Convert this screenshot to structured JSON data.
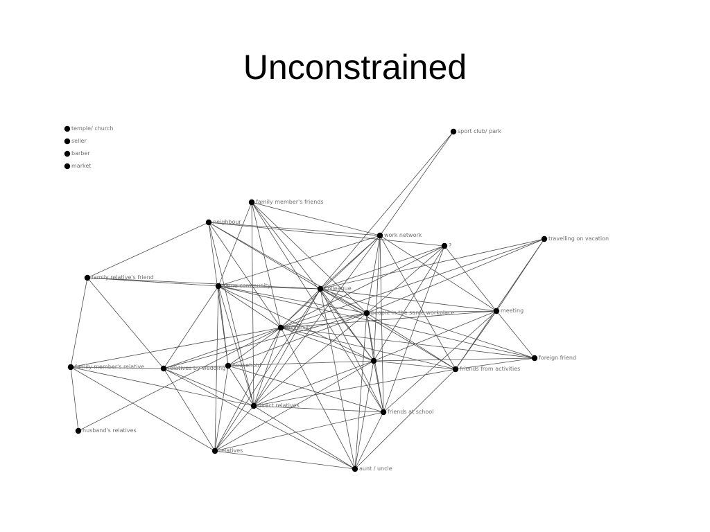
{
  "slide": {
    "title": "Unconstrained"
  },
  "graph": {
    "isolated_nodes": [
      {
        "id": "temple",
        "label": "temple/ church"
      },
      {
        "id": "seller",
        "label": "seller"
      },
      {
        "id": "barber",
        "label": "barber"
      },
      {
        "id": "market",
        "label": "market"
      }
    ],
    "nodes": [
      {
        "id": "sport",
        "label": "sport club/ park"
      },
      {
        "id": "fmf",
        "label": "family member's friends"
      },
      {
        "id": "neighbour",
        "label": "neighbour"
      },
      {
        "id": "work",
        "label": "work network"
      },
      {
        "id": "q",
        "label": "?"
      },
      {
        "id": "vacation",
        "label": "travelling on vacation"
      },
      {
        "id": "frf",
        "label": "family relative's friend"
      },
      {
        "id": "samecomm",
        "label": "same community"
      },
      {
        "id": "colleague",
        "label": "colleague"
      },
      {
        "id": "samework",
        "label": "people in the same workplace"
      },
      {
        "id": "meeting",
        "label": "meeting"
      },
      {
        "id": "university",
        "label": "university"
      },
      {
        "id": "foreign",
        "label": "foreign friend"
      },
      {
        "id": "fmr",
        "label": "family member's relative"
      },
      {
        "id": "wedding",
        "label": "relatives by wedding"
      },
      {
        "id": "household",
        "label": "household"
      },
      {
        "id": "unlabeled",
        "label": ""
      },
      {
        "id": "activities",
        "label": "friends from activities"
      },
      {
        "id": "direct",
        "label": "direct relatives"
      },
      {
        "id": "school",
        "label": "friends at school"
      },
      {
        "id": "husband",
        "label": "husband's relatives"
      },
      {
        "id": "relatives",
        "label": "relatives"
      },
      {
        "id": "aunt",
        "label": "aunt / uncle"
      }
    ],
    "edges": [
      [
        "sport",
        "work"
      ],
      [
        "sport",
        "colleague"
      ],
      [
        "fmf",
        "work"
      ],
      [
        "fmf",
        "samecomm"
      ],
      [
        "fmf",
        "samework"
      ],
      [
        "fmf",
        "university"
      ],
      [
        "fmf",
        "unlabeled"
      ],
      [
        "fmf",
        "school"
      ],
      [
        "fmf",
        "direct"
      ],
      [
        "neighbour",
        "frf"
      ],
      [
        "neighbour",
        "work"
      ],
      [
        "neighbour",
        "q"
      ],
      [
        "neighbour",
        "colleague"
      ],
      [
        "neighbour",
        "university"
      ],
      [
        "neighbour",
        "samework"
      ],
      [
        "neighbour",
        "household"
      ],
      [
        "neighbour",
        "direct"
      ],
      [
        "work",
        "samecomm"
      ],
      [
        "work",
        "colleague"
      ],
      [
        "work",
        "samework"
      ],
      [
        "work",
        "university"
      ],
      [
        "work",
        "meeting"
      ],
      [
        "work",
        "activities"
      ],
      [
        "work",
        "unlabeled"
      ],
      [
        "work",
        "school"
      ],
      [
        "work",
        "direct"
      ],
      [
        "q",
        "colleague"
      ],
      [
        "q",
        "samework"
      ],
      [
        "q",
        "university"
      ],
      [
        "q",
        "meeting"
      ],
      [
        "q",
        "unlabeled"
      ],
      [
        "q",
        "school"
      ],
      [
        "vacation",
        "colleague"
      ],
      [
        "vacation",
        "university"
      ],
      [
        "vacation",
        "samework"
      ],
      [
        "vacation",
        "meeting"
      ],
      [
        "vacation",
        "activities"
      ],
      [
        "frf",
        "samecomm"
      ],
      [
        "frf",
        "colleague"
      ],
      [
        "frf",
        "wedding"
      ],
      [
        "frf",
        "fmr"
      ],
      [
        "samecomm",
        "colleague"
      ],
      [
        "samecomm",
        "samework"
      ],
      [
        "samecomm",
        "university"
      ],
      [
        "samecomm",
        "wedding"
      ],
      [
        "samecomm",
        "household"
      ],
      [
        "samecomm",
        "direct"
      ],
      [
        "samecomm",
        "relatives"
      ],
      [
        "samecomm",
        "unlabeled"
      ],
      [
        "samecomm",
        "foreign"
      ],
      [
        "colleague",
        "samework"
      ],
      [
        "colleague",
        "university"
      ],
      [
        "colleague",
        "meeting"
      ],
      [
        "colleague",
        "unlabeled"
      ],
      [
        "colleague",
        "activities"
      ],
      [
        "colleague",
        "school"
      ],
      [
        "colleague",
        "direct"
      ],
      [
        "colleague",
        "relatives"
      ],
      [
        "colleague",
        "aunt"
      ],
      [
        "colleague",
        "foreign"
      ],
      [
        "samework",
        "university"
      ],
      [
        "samework",
        "meeting"
      ],
      [
        "samework",
        "unlabeled"
      ],
      [
        "samework",
        "activities"
      ],
      [
        "samework",
        "school"
      ],
      [
        "samework",
        "direct"
      ],
      [
        "samework",
        "household"
      ],
      [
        "samework",
        "wedding"
      ],
      [
        "samework",
        "aunt"
      ],
      [
        "meeting",
        "university"
      ],
      [
        "meeting",
        "unlabeled"
      ],
      [
        "meeting",
        "activities"
      ],
      [
        "meeting",
        "school"
      ],
      [
        "meeting",
        "foreign"
      ],
      [
        "university",
        "fmr"
      ],
      [
        "university",
        "wedding"
      ],
      [
        "university",
        "household"
      ],
      [
        "university",
        "direct"
      ],
      [
        "university",
        "relatives"
      ],
      [
        "university",
        "unlabeled"
      ],
      [
        "university",
        "activities"
      ],
      [
        "university",
        "foreign"
      ],
      [
        "university",
        "husband"
      ],
      [
        "university",
        "aunt"
      ],
      [
        "foreign",
        "activities"
      ],
      [
        "foreign",
        "unlabeled"
      ],
      [
        "fmr",
        "wedding"
      ],
      [
        "fmr",
        "husband"
      ],
      [
        "fmr",
        "direct"
      ],
      [
        "fmr",
        "relatives"
      ],
      [
        "wedding",
        "household"
      ],
      [
        "wedding",
        "direct"
      ],
      [
        "wedding",
        "relatives"
      ],
      [
        "wedding",
        "aunt"
      ],
      [
        "household",
        "unlabeled"
      ],
      [
        "household",
        "direct"
      ],
      [
        "household",
        "relatives"
      ],
      [
        "household",
        "school"
      ],
      [
        "unlabeled",
        "activities"
      ],
      [
        "unlabeled",
        "school"
      ],
      [
        "unlabeled",
        "direct"
      ],
      [
        "unlabeled",
        "relatives"
      ],
      [
        "unlabeled",
        "aunt"
      ],
      [
        "activities",
        "direct"
      ],
      [
        "activities",
        "aunt"
      ],
      [
        "direct",
        "school"
      ],
      [
        "direct",
        "relatives"
      ],
      [
        "direct",
        "aunt"
      ],
      [
        "school",
        "relatives"
      ],
      [
        "school",
        "aunt"
      ],
      [
        "relatives",
        "aunt"
      ]
    ]
  }
}
